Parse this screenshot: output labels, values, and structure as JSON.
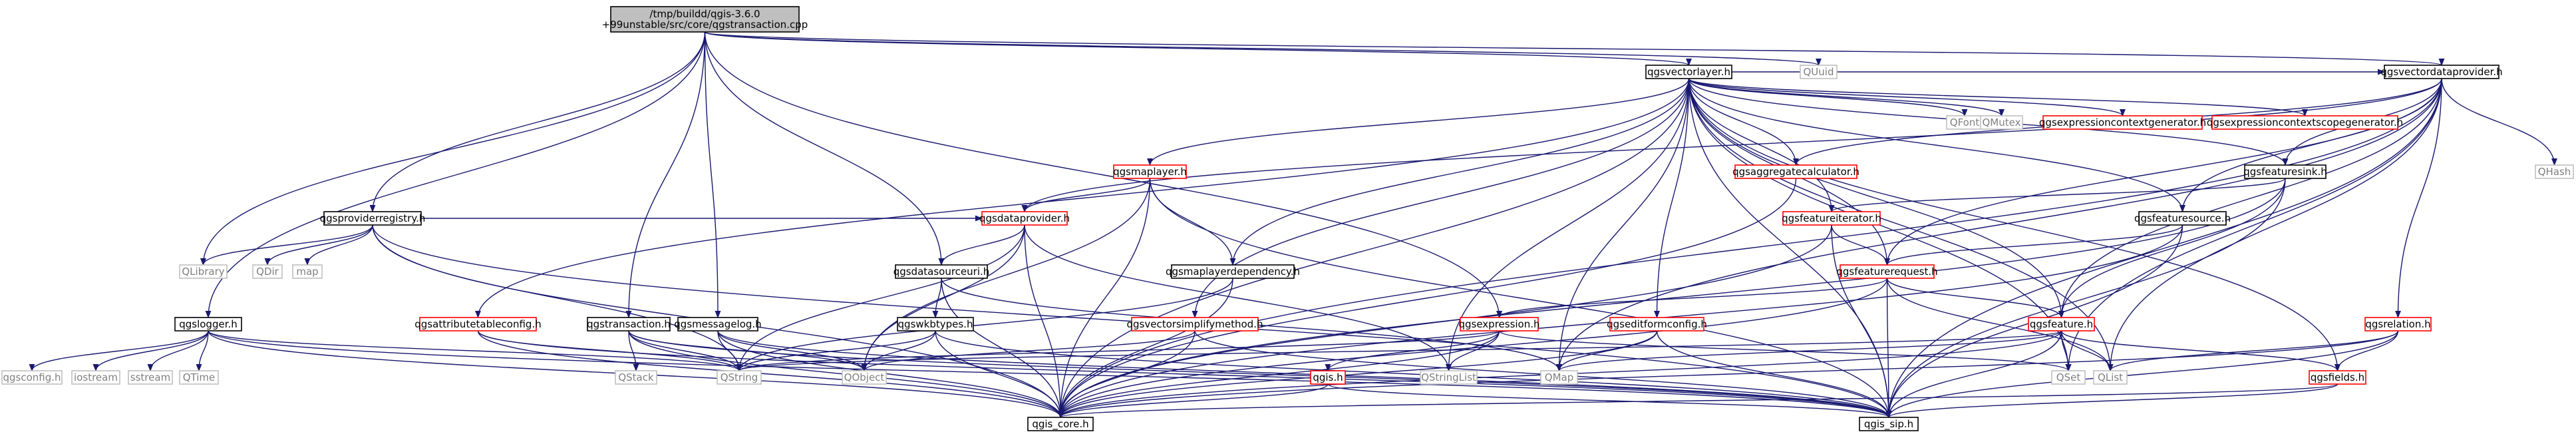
{
  "graph": {
    "colors": {
      "edge": "#191970",
      "root_fill": "#bfbfbf",
      "normal_border": "#000000",
      "missing_border": "#bfbfbf",
      "linked_border": "#ff0000",
      "missing_text": "#808080",
      "text": "#000000",
      "linked_text": "#ff0000",
      "fill": "#ffffff"
    },
    "nodes": [
      {
        "id": "root",
        "lines": [
          "/tmp/buildd/qgis-3.6.0",
          "+99unstable/src/core/qgstransaction.cpp"
        ],
        "style": "root"
      },
      {
        "id": "qgslogger",
        "lines": [
          "qgslogger.h"
        ],
        "style": "normal"
      },
      {
        "id": "qgsproviderregistry",
        "lines": [
          "qgsproviderregistry.h"
        ],
        "style": "normal"
      },
      {
        "id": "qgstransaction",
        "lines": [
          "qgstransaction.h"
        ],
        "style": "normal"
      },
      {
        "id": "qgsmessagelog",
        "lines": [
          "qgsmessagelog.h"
        ],
        "style": "normal"
      },
      {
        "id": "qgsdatasourceuri",
        "lines": [
          "qgsdatasourceuri.h"
        ],
        "style": "normal"
      },
      {
        "id": "qgswkbtypes",
        "lines": [
          "qgswkbtypes.h"
        ],
        "style": "normal"
      },
      {
        "id": "qgsvectorlayer",
        "lines": [
          "qgsvectorlayer.h"
        ],
        "style": "normal"
      },
      {
        "id": "qgsvectordataprovider",
        "lines": [
          "qgsvectordataprovider.h"
        ],
        "style": "normal"
      },
      {
        "id": "qgsfeaturesink",
        "lines": [
          "qgsfeaturesink.h"
        ],
        "style": "normal"
      },
      {
        "id": "qgsfeaturesource",
        "lines": [
          "qgsfeaturesource.h"
        ],
        "style": "normal"
      },
      {
        "id": "qgsmaplayerdependency",
        "lines": [
          "qgsmaplayerdependency.h"
        ],
        "style": "normal"
      },
      {
        "id": "qgsmaplayer",
        "lines": [
          "qgsmaplayer.h"
        ],
        "style": "linked"
      },
      {
        "id": "qgsdataprovider",
        "lines": [
          "qgsdataprovider.h"
        ],
        "style": "linked"
      },
      {
        "id": "qgsattributetableconfig",
        "lines": [
          "qgsattributetableconfig.h"
        ],
        "style": "linked"
      },
      {
        "id": "qgsaggregatecalculator",
        "lines": [
          "qgsaggregatecalculator.h"
        ],
        "style": "linked"
      },
      {
        "id": "qgsfeatureiterator",
        "lines": [
          "qgsfeatureiterator.h"
        ],
        "style": "linked"
      },
      {
        "id": "qgsfeaturerequest",
        "lines": [
          "qgsfeaturerequest.h"
        ],
        "style": "linked"
      },
      {
        "id": "qgsexpression",
        "lines": [
          "qgsexpression.h"
        ],
        "style": "linked"
      },
      {
        "id": "qgseditformconfig",
        "lines": [
          "qgseditformconfig.h"
        ],
        "style": "linked"
      },
      {
        "id": "qgsvectorsimplifymethod",
        "lines": [
          "qgsvectorsimplifymethod.h"
        ],
        "style": "linked"
      },
      {
        "id": "qgsfeature",
        "lines": [
          "qgsfeature.h"
        ],
        "style": "linked"
      },
      {
        "id": "qgis",
        "lines": [
          "qgis.h"
        ],
        "style": "linked"
      },
      {
        "id": "qgsrelation",
        "lines": [
          "qgsrelation.h"
        ],
        "style": "linked"
      },
      {
        "id": "qgsfields",
        "lines": [
          "qgsfields.h"
        ],
        "style": "linked"
      },
      {
        "id": "qgsexpressioncontextgenerator",
        "lines": [
          "qgsexpressioncontextgenerator.h"
        ],
        "style": "linked"
      },
      {
        "id": "qgsexpressioncontextscopegenerator",
        "lines": [
          "qgsexpressioncontextscopegenerator.h"
        ],
        "style": "linked"
      },
      {
        "id": "qgis_core",
        "lines": [
          "qgis_core.h"
        ],
        "style": "normal"
      },
      {
        "id": "qgis_sip",
        "lines": [
          "qgis_sip.h"
        ],
        "style": "normal"
      },
      {
        "id": "qgsconfig",
        "lines": [
          "qgsconfig.h"
        ],
        "style": "missing"
      },
      {
        "id": "iostream",
        "lines": [
          "iostream"
        ],
        "style": "missing"
      },
      {
        "id": "sstream",
        "lines": [
          "sstream"
        ],
        "style": "missing"
      },
      {
        "id": "QTime",
        "lines": [
          "QTime"
        ],
        "style": "missing"
      },
      {
        "id": "QLibrary",
        "lines": [
          "QLibrary"
        ],
        "style": "missing"
      },
      {
        "id": "QDir",
        "lines": [
          "QDir"
        ],
        "style": "missing"
      },
      {
        "id": "map",
        "lines": [
          "map"
        ],
        "style": "missing"
      },
      {
        "id": "QString",
        "lines": [
          "QString"
        ],
        "style": "missing"
      },
      {
        "id": "QStack",
        "lines": [
          "QStack"
        ],
        "style": "missing"
      },
      {
        "id": "QObject",
        "lines": [
          "QObject"
        ],
        "style": "missing"
      },
      {
        "id": "QStringList",
        "lines": [
          "QStringList"
        ],
        "style": "missing"
      },
      {
        "id": "QMap",
        "lines": [
          "QMap"
        ],
        "style": "missing"
      },
      {
        "id": "QSet",
        "lines": [
          "QSet"
        ],
        "style": "missing"
      },
      {
        "id": "QList",
        "lines": [
          "QList"
        ],
        "style": "missing"
      },
      {
        "id": "QUuid",
        "lines": [
          "QUuid"
        ],
        "style": "missing"
      },
      {
        "id": "QFont",
        "lines": [
          "QFont"
        ],
        "style": "missing"
      },
      {
        "id": "QMutex",
        "lines": [
          "QMutex"
        ],
        "style": "missing"
      },
      {
        "id": "QHash",
        "lines": [
          "QHash"
        ],
        "style": "missing"
      }
    ],
    "edges": [
      [
        "root",
        "qgslogger"
      ],
      [
        "root",
        "qgsproviderregistry"
      ],
      [
        "root",
        "qgstransaction"
      ],
      [
        "root",
        "qgsmessagelog"
      ],
      [
        "root",
        "qgsdatasourceuri"
      ],
      [
        "root",
        "qgsvectorlayer"
      ],
      [
        "root",
        "qgsvectordataprovider"
      ],
      [
        "root",
        "qgsexpression"
      ],
      [
        "root",
        "QLibrary"
      ],
      [
        "root",
        "QUuid"
      ],
      [
        "qgslogger",
        "qgsconfig"
      ],
      [
        "qgslogger",
        "iostream"
      ],
      [
        "qgslogger",
        "sstream"
      ],
      [
        "qgslogger",
        "QTime"
      ],
      [
        "qgslogger",
        "QString"
      ],
      [
        "qgslogger",
        "qgis_core"
      ],
      [
        "qgslogger",
        "qgis_sip"
      ],
      [
        "qgsproviderregistry",
        "QLibrary"
      ],
      [
        "qgsproviderregistry",
        "QDir"
      ],
      [
        "qgsproviderregistry",
        "map"
      ],
      [
        "qgsproviderregistry",
        "qgsdataprovider"
      ],
      [
        "qgsproviderregistry",
        "QString"
      ],
      [
        "qgsproviderregistry",
        "qgis_core"
      ],
      [
        "qgsproviderregistry",
        "qgis_sip"
      ],
      [
        "qgstransaction",
        "QStack"
      ],
      [
        "qgstransaction",
        "QString"
      ],
      [
        "qgstransaction",
        "QObject"
      ],
      [
        "qgstransaction",
        "qgis_core"
      ],
      [
        "qgstransaction",
        "qgis_sip"
      ],
      [
        "qgsmessagelog",
        "QString"
      ],
      [
        "qgsmessagelog",
        "QObject"
      ],
      [
        "qgsmessagelog",
        "qgis_core"
      ],
      [
        "qgsmessagelog",
        "qgis_sip"
      ],
      [
        "qgsdatasourceuri",
        "qgswkbtypes"
      ],
      [
        "qgsdatasourceuri",
        "QMap"
      ],
      [
        "qgsdatasourceuri",
        "qgis_core"
      ],
      [
        "qgswkbtypes",
        "QObject"
      ],
      [
        "qgswkbtypes",
        "QString"
      ],
      [
        "qgswkbtypes",
        "qgis_core"
      ],
      [
        "qgswkbtypes",
        "qgis_sip"
      ],
      [
        "qgsdataprovider",
        "qgsdatasourceuri"
      ],
      [
        "qgsdataprovider",
        "QObject"
      ],
      [
        "qgsdataprovider",
        "QString"
      ],
      [
        "qgsdataprovider",
        "QStringList"
      ],
      [
        "qgsdataprovider",
        "qgis_core"
      ],
      [
        "qgsmaplayer",
        "qgsdataprovider"
      ],
      [
        "qgsmaplayer",
        "qgsmaplayerdependency"
      ],
      [
        "qgsmaplayer",
        "QObject"
      ],
      [
        "qgsmaplayer",
        "qgis_core"
      ],
      [
        "qgsmaplayer",
        "qgis_sip"
      ],
      [
        "qgsmaplayerdependency",
        "qgis_core"
      ],
      [
        "qgsmaplayerdependency",
        "QString"
      ],
      [
        "qgsattributetableconfig",
        "QString"
      ],
      [
        "qgsattributetableconfig",
        "qgis_core"
      ],
      [
        "qgsattributetableconfig",
        "qgis_sip"
      ],
      [
        "qgsvectorlayer",
        "qgsmaplayer"
      ],
      [
        "qgsvectorlayer",
        "qgsvectordataprovider"
      ],
      [
        "qgsvectorlayer",
        "qgsaggregatecalculator"
      ],
      [
        "qgsvectorlayer",
        "qgsattributetableconfig"
      ],
      [
        "qgsvectorlayer",
        "qgsfeatureiterator"
      ],
      [
        "qgsvectorlayer",
        "qgsfeaturerequest"
      ],
      [
        "qgsvectorlayer",
        "qgseditformconfig"
      ],
      [
        "qgsvectorlayer",
        "qgsvectorsimplifymethod"
      ],
      [
        "qgsvectorlayer",
        "qgsfeature"
      ],
      [
        "qgsvectorlayer",
        "qgsfeaturesource"
      ],
      [
        "qgsvectorlayer",
        "qgsfeaturesink"
      ],
      [
        "qgsvectorlayer",
        "qgsfields"
      ],
      [
        "qgsvectorlayer",
        "qgsexpressioncontextgenerator"
      ],
      [
        "qgsvectorlayer",
        "qgsexpressioncontextscopegenerator"
      ],
      [
        "qgsvectorlayer",
        "QFont"
      ],
      [
        "qgsvectorlayer",
        "QMutex"
      ],
      [
        "qgsvectorlayer",
        "QMap"
      ],
      [
        "qgsvectorlayer",
        "QSet"
      ],
      [
        "qgsvectorlayer",
        "QList"
      ],
      [
        "qgsvectorlayer",
        "QStringList"
      ],
      [
        "qgsvectorlayer",
        "qgis_core"
      ],
      [
        "qgsvectorlayer",
        "qgis_sip"
      ],
      [
        "qgsvectorlayer",
        "qgsmaplayerdependency"
      ],
      [
        "qgsvectordataprovider",
        "qgsdataprovider"
      ],
      [
        "qgsvectordataprovider",
        "qgsfeature"
      ],
      [
        "qgsvectordataprovider",
        "qgsaggregatecalculator"
      ],
      [
        "qgsvectordataprovider",
        "qgsfeaturesink"
      ],
      [
        "qgsvectordataprovider",
        "qgsfeaturesource"
      ],
      [
        "qgsvectordataprovider",
        "qgsrelation"
      ],
      [
        "qgsvectordataprovider",
        "qgsfeaturerequest"
      ],
      [
        "qgsvectordataprovider",
        "QHash"
      ],
      [
        "qgsvectordataprovider",
        "QSet"
      ],
      [
        "qgsvectordataprovider",
        "QMap"
      ],
      [
        "qgsvectordataprovider",
        "QList"
      ],
      [
        "qgsvectordataprovider",
        "qgis_core"
      ],
      [
        "qgsvectordataprovider",
        "qgis_sip"
      ],
      [
        "qgsaggregatecalculator",
        "qgis_core"
      ],
      [
        "qgsfeaturesink",
        "qgsfeature"
      ],
      [
        "qgsfeaturesink",
        "qgsfeatureiterator"
      ],
      [
        "qgsfeaturesink",
        "qgis_core"
      ],
      [
        "qgsfeaturesink",
        "qgis_sip"
      ],
      [
        "qgsfeaturesource",
        "qgsfeaturerequest"
      ],
      [
        "qgsfeaturesource",
        "qgis_core"
      ],
      [
        "qgsfeaturesource",
        "qgis_sip"
      ],
      [
        "qgsfeatureiterator",
        "qgsfeaturerequest"
      ],
      [
        "qgsfeatureiterator",
        "qgis_core"
      ],
      [
        "qgsfeatureiterator",
        "qgis_sip"
      ],
      [
        "qgsfeaturerequest",
        "qgsexpression"
      ],
      [
        "qgsfeaturerequest",
        "qgsfeature"
      ],
      [
        "qgsfeaturerequest",
        "QList"
      ],
      [
        "qgsfeaturerequest",
        "qgis_core"
      ],
      [
        "qgsfeaturerequest",
        "qgis_sip"
      ],
      [
        "qgsexpression",
        "qgis"
      ],
      [
        "qgsexpression",
        "QStringList"
      ],
      [
        "qgsexpression",
        "QString"
      ],
      [
        "qgsexpression",
        "QSet"
      ],
      [
        "qgsexpression",
        "qgis_core"
      ],
      [
        "qgseditformconfig",
        "QMap"
      ],
      [
        "qgseditformconfig",
        "qgis_core"
      ],
      [
        "qgseditformconfig",
        "qgis_sip"
      ],
      [
        "qgsvectorsimplifymethod",
        "QObject"
      ],
      [
        "qgsvectorsimplifymethod",
        "qgis_core"
      ],
      [
        "qgsvectorsimplifymethod",
        "qgis_sip"
      ],
      [
        "qgsfeature",
        "qgsfields"
      ],
      [
        "qgsfeature",
        "QMap"
      ],
      [
        "qgsfeature",
        "QString"
      ],
      [
        "qgsfeature",
        "QSet"
      ],
      [
        "qgsfeature",
        "QList"
      ],
      [
        "qgsfeature",
        "qgis_core"
      ],
      [
        "qgsfeature",
        "qgis_sip"
      ],
      [
        "qgsrelation",
        "qgsfields"
      ],
      [
        "qgsrelation",
        "QList"
      ],
      [
        "qgsrelation",
        "qgis_core"
      ],
      [
        "qgsrelation",
        "qgis_sip"
      ],
      [
        "qgsfields",
        "qgis_core"
      ],
      [
        "qgsfields",
        "qgis_sip"
      ],
      [
        "qgis",
        "qgis_core"
      ],
      [
        "qgis",
        "qgis_sip"
      ]
    ]
  }
}
